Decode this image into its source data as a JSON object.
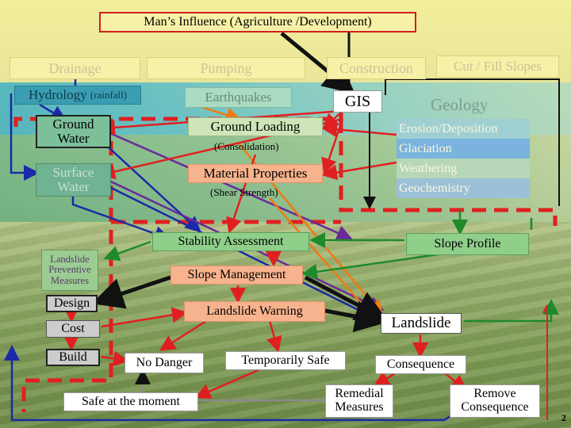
{
  "title": "Man’s Influence (Agriculture /Development)",
  "nodes": {
    "drainage": "Drainage",
    "pumping": "Pumping",
    "construction": "Construction",
    "cut_fill": "Cut / Fill Slopes",
    "hydrology": "Hydrology",
    "rainfall": "(rainfall)",
    "earthquakes": "Earthquakes",
    "gis": "GIS",
    "geology": "Geology",
    "ground_water": "Ground Water",
    "ground_loading": "Ground Loading",
    "consolidation": "(Consolidation)",
    "surface_water": "Surface Water",
    "material_properties": "Material Properties",
    "shear_strength": "(Shear Strength)",
    "stability": "Stability Assessment",
    "slope_profile": "Slope Profile",
    "preventive": "Landslide Preventive Measures",
    "slope_management": "Slope Management",
    "design": "Design",
    "landslide_warning": "Landslide Warning",
    "landslide": "Landslide",
    "cost": "Cost",
    "build": "Build",
    "no_danger": "No Danger",
    "temporarily_safe": "Temporarily Safe",
    "consequence": "Consequence",
    "safe_moment": "Safe at the moment",
    "remedial": "Remedial Measures",
    "remove_consequence": "Remove Consequence"
  },
  "geology_items": [
    "Erosion/Deposition",
    "Glaciation",
    "Weathering",
    "Geochemistry"
  ],
  "page_number": "2",
  "colors": {
    "red": "#e02020",
    "dark_red": "#b01818",
    "green": "#1f8a2a",
    "blue": "#1a2aa8",
    "purple": "#6a2a9a",
    "orange": "#f07a10",
    "grey_line": "#9a9a9a"
  }
}
